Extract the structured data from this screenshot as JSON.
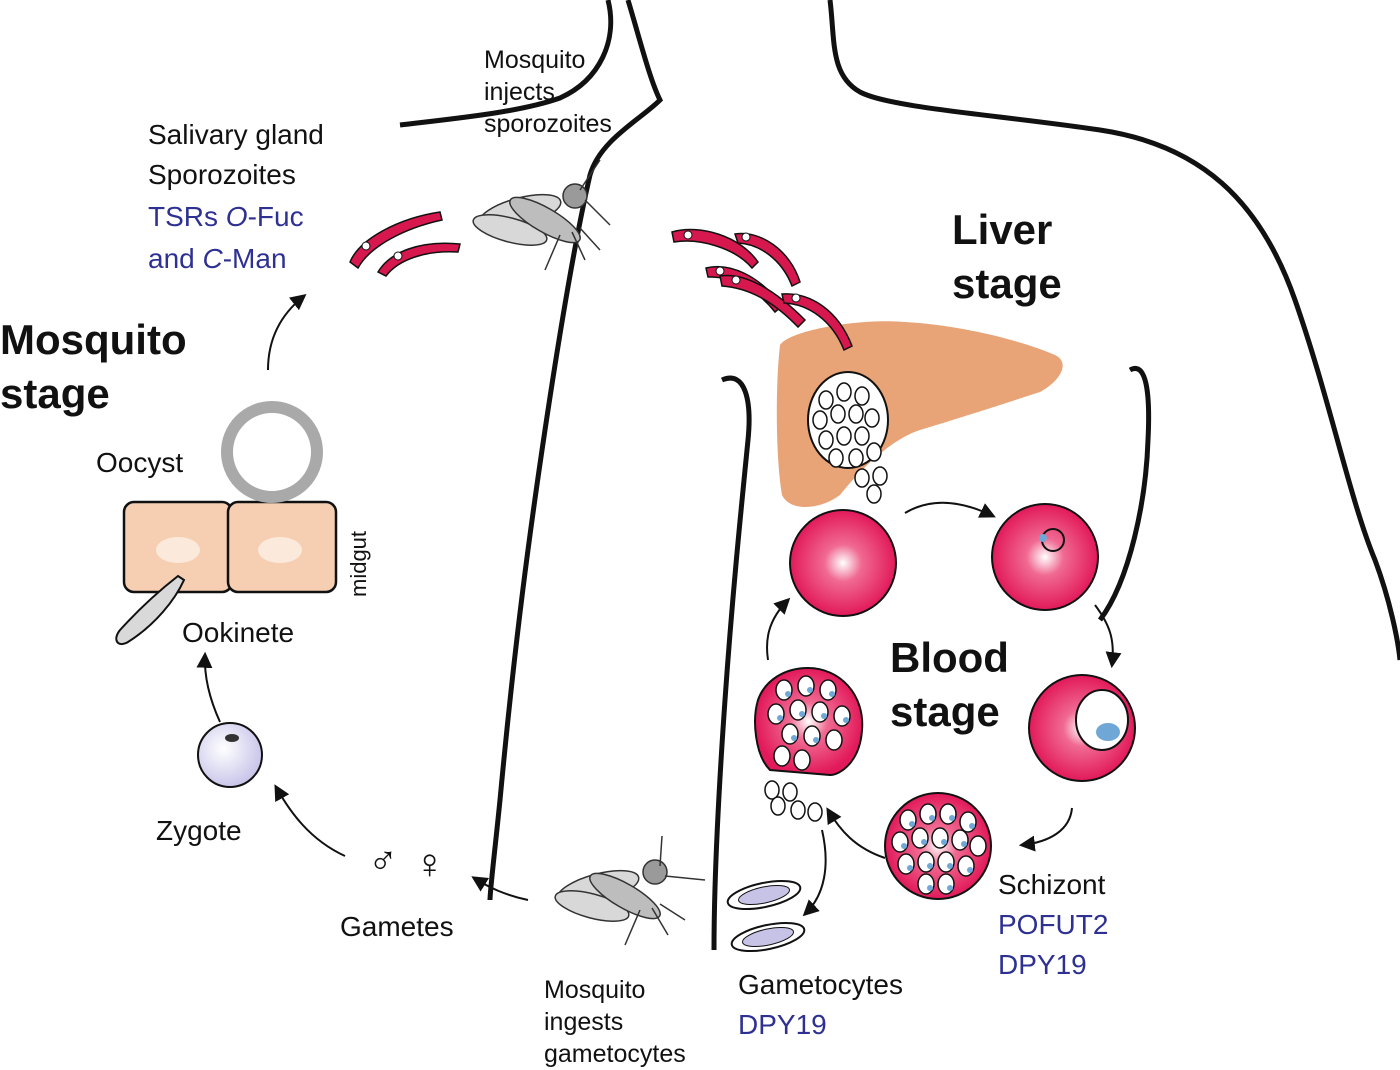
{
  "labels": {
    "mosquito_injects": [
      "Mosquito",
      "injects",
      "sporozoites"
    ],
    "salivary": [
      "Salivary gland",
      "Sporozoites"
    ],
    "salivary_mods": {
      "line1_a": "TSRs ",
      "line1_b": "O",
      "line1_c": "-Fuc",
      "line2_a": "and ",
      "line2_b": "C",
      "line2_c": "-Man"
    },
    "mosquito_stage": [
      "Mosquito",
      "stage"
    ],
    "liver_stage": [
      "Liver",
      "stage"
    ],
    "blood_stage": [
      "Blood",
      "stage"
    ],
    "oocyst": "Oocyst",
    "midgut": "midgut",
    "ookinete": "Ookinete",
    "zygote": "Zygote",
    "gametes": "Gametes",
    "gamete_symbols": [
      "♂",
      "♀"
    ],
    "mosquito_ingests": [
      "Mosquito",
      "ingests",
      "gametocytes"
    ],
    "gametocytes": "Gametocytes",
    "gametocytes_enzymes": [
      "DPY19"
    ],
    "schizont": "Schizont",
    "schizont_enzymes": [
      "POFUT2",
      "DPY19"
    ]
  },
  "colors": {
    "parasite_red": "#d6184f",
    "liver": "#e8a477",
    "rbc": "#e2195a",
    "text_blue": "#2e3192",
    "merozoite_nucleus": "#6fa8d6",
    "gametocyte": "#c6c3e6",
    "zygote": "#d7d5ef",
    "midgut_cell": "#f6cfb3",
    "oocyst": "#a9a9a9"
  }
}
